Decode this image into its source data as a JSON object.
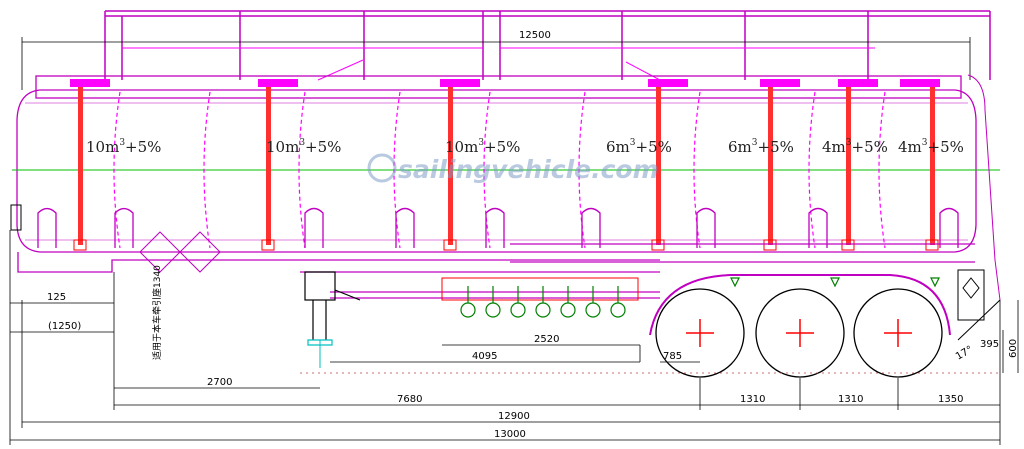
{
  "watermark": "sailingvehicle.com",
  "compartments": [
    {
      "capacity": "10m",
      "exp": "3",
      "tol": "+5%"
    },
    {
      "capacity": "10m",
      "exp": "3",
      "tol": "+5%"
    },
    {
      "capacity": "10m",
      "exp": "3",
      "tol": "+5%"
    },
    {
      "capacity": "6m",
      "exp": "3",
      "tol": "+5%"
    },
    {
      "capacity": "6m",
      "exp": "3",
      "tol": "+5%"
    },
    {
      "capacity": "4m",
      "exp": "3",
      "tol": "+5%"
    },
    {
      "capacity": "4m",
      "exp": "3",
      "tol": "+5%"
    }
  ],
  "dimensions": {
    "top_rail": "12500",
    "kingpin_offset": "125",
    "kingpin_ref": "(1250)",
    "valve_box": "2520",
    "front_axle": "4095",
    "axle_gap": "785",
    "landing_gear": "2700",
    "wheelbase": "7680",
    "axle_spacing_1": "1310",
    "axle_spacing_2": "1310",
    "rear_overhang": "1350",
    "frame_length": "12900",
    "overall_length": "13000",
    "rear_height": "395",
    "bumper_height": "600",
    "angle": "17°"
  },
  "note": "适用于本车牵引座1340",
  "colors": {
    "tank": "#c000c0",
    "structure": "#ff00ff",
    "manhole": "#ff0000",
    "valve": "#00a000",
    "centerline": "#00c000",
    "axle": "#ff0000"
  }
}
